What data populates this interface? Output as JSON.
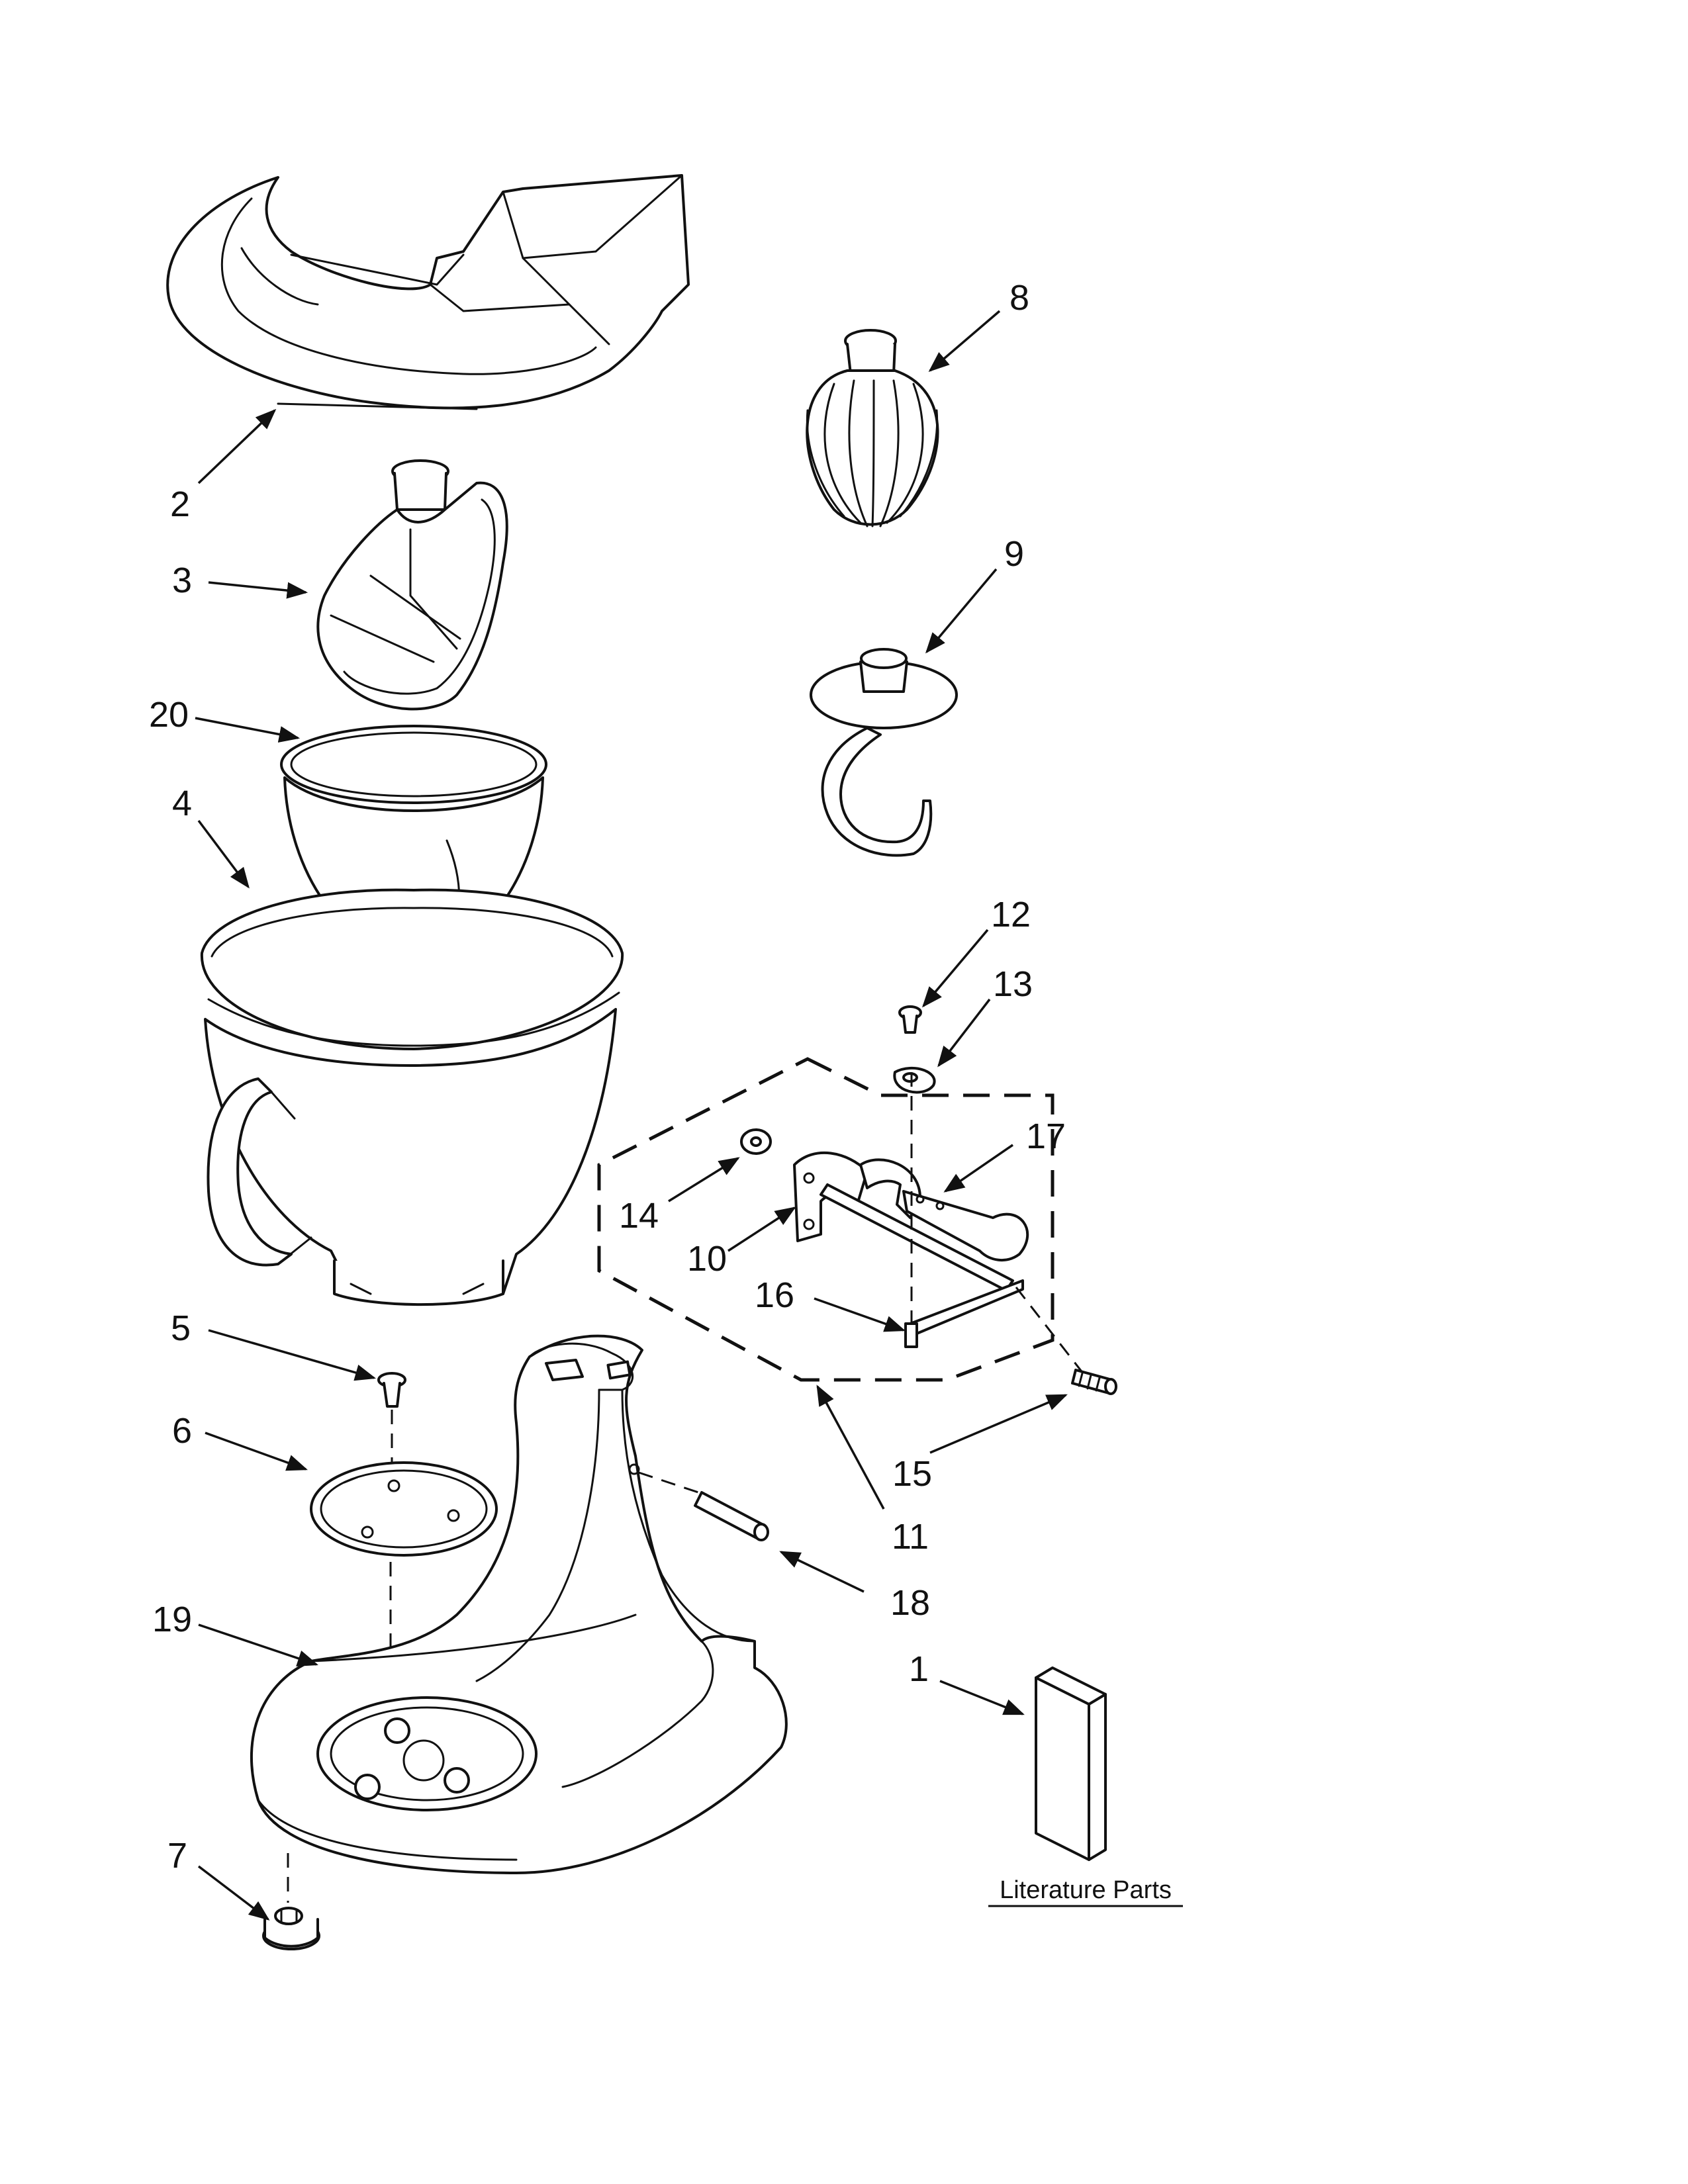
{
  "diagram": {
    "callouts": {
      "c1": "1",
      "c2": "2",
      "c3": "3",
      "c4": "4",
      "c5": "5",
      "c6": "6",
      "c7": "7",
      "c8": "8",
      "c9": "9",
      "c10": "10",
      "c11": "11",
      "c12": "12",
      "c13": "13",
      "c14": "14",
      "c15": "15",
      "c16": "16",
      "c17": "17",
      "c18": "18",
      "c19": "19",
      "c20": "20"
    },
    "literature_label": "Literature Parts"
  }
}
